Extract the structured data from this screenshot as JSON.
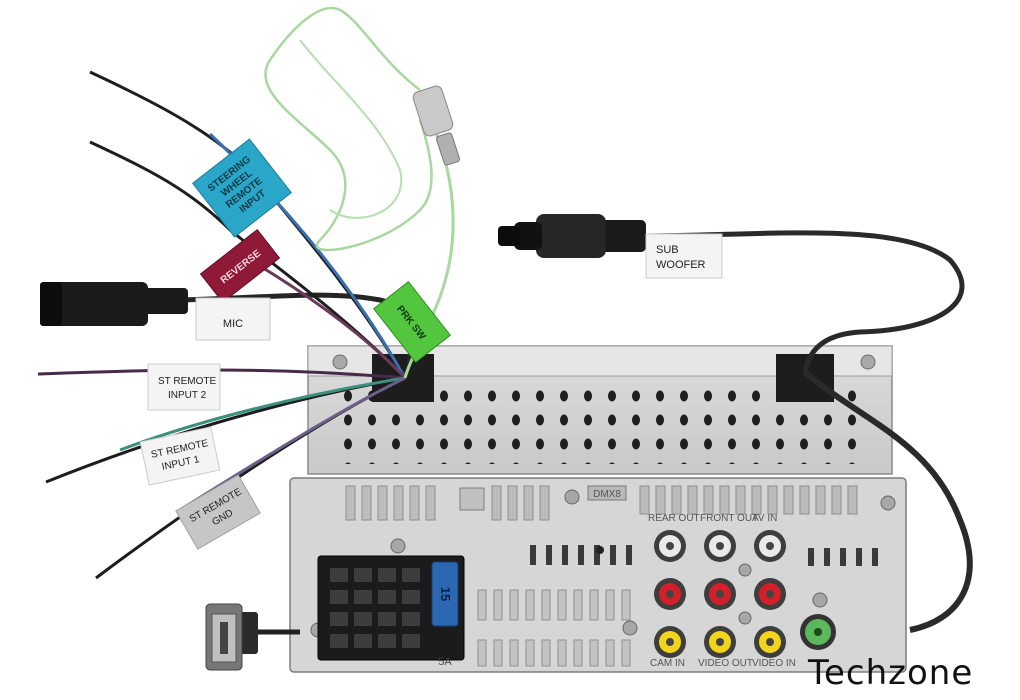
{
  "labels": {
    "steering": [
      "STEERING",
      "WHEEL",
      "REMOTE",
      "INPUT"
    ],
    "reverse": "REVERSE",
    "mic": "MIC",
    "prk": "PRK SW",
    "sub": [
      "SUB",
      "WOOFER"
    ],
    "st2": [
      "ST REMOTE",
      "INPUT 2"
    ],
    "st1": [
      "ST REMOTE",
      "INPUT 1"
    ],
    "gnd": [
      "ST REMOTE",
      "GND"
    ]
  },
  "panel": {
    "rear_out": "REAR OUT",
    "front_out": "FRONT OUT",
    "av_in": "AV IN",
    "cam_in": "CAM IN",
    "video_out": "VIDEO OUT",
    "video_in": "VIDEO IN",
    "fuse_rating": "15",
    "fuse_label": "5A",
    "logo": "DMX8"
  },
  "watermark": "Techzone",
  "colors": {
    "steering_tag": "#2aa6c8",
    "reverse_tag": "#8e1a38",
    "prk_tag": "#52c63f",
    "prk_wire": "#a8d8a0",
    "rca_white": "#eaeaea",
    "rca_red": "#d21f2a",
    "rca_yellow": "#f2d51a",
    "green_jack": "#5cb85c"
  }
}
